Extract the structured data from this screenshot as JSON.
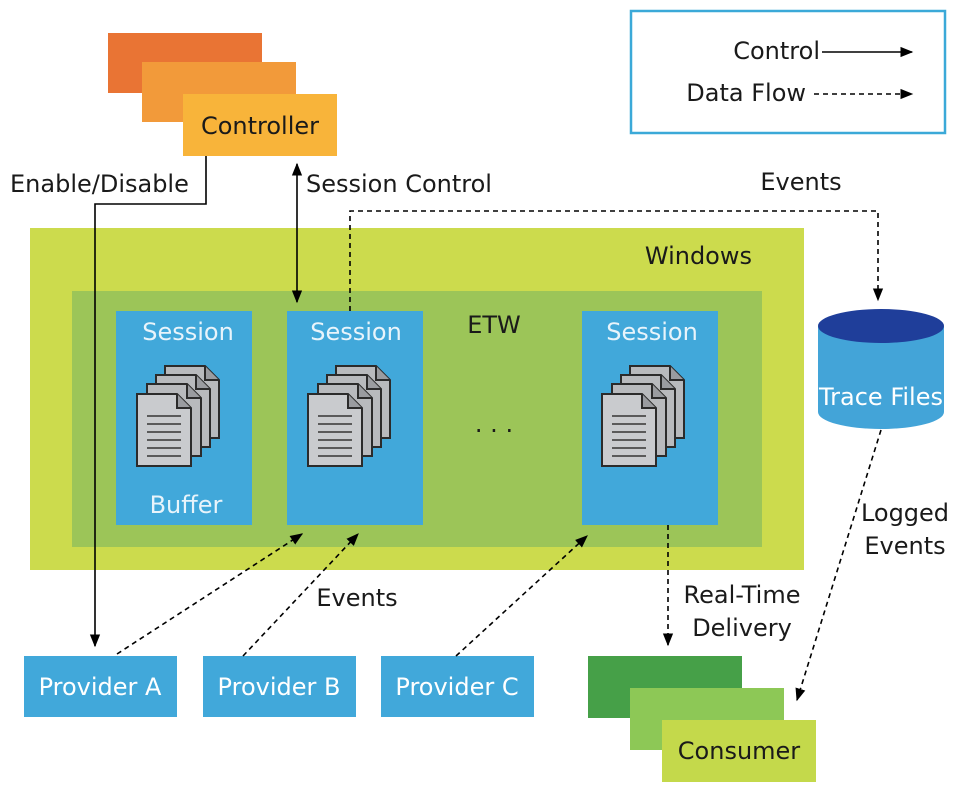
{
  "legend": {
    "control_label": "Control",
    "dataflow_label": "Data Flow"
  },
  "controller": {
    "label": "Controller"
  },
  "windows": {
    "label": "Windows"
  },
  "etw": {
    "label": "ETW",
    "ellipsis": ". . ."
  },
  "sessions": [
    {
      "label": "Session",
      "sublabel": "Buffer"
    },
    {
      "label": "Session"
    },
    {
      "label": "Session"
    }
  ],
  "trace_files": {
    "label": "Trace Files"
  },
  "providers": [
    {
      "label": "Provider A"
    },
    {
      "label": "Provider B"
    },
    {
      "label": "Provider C"
    }
  ],
  "consumer": {
    "label": "Consumer"
  },
  "edges": {
    "enable_disable": "Enable/Disable",
    "session_control": "Session Control",
    "events_top": "Events",
    "events_bottom": "Events",
    "realtime_line1": "Real-Time",
    "realtime_line2": "Delivery",
    "logged_line1": "Logged",
    "logged_line2": "Events"
  },
  "colors": {
    "controller_dark": "#e97434",
    "controller_mid": "#f29a3a",
    "controller_front": "#f8b43a",
    "windows_bg": "#ccdb4d",
    "etw_bg": "#9cc558",
    "session_bg": "#41a8da",
    "provider_bg": "#41a8da",
    "consumer_dark": "#46a048",
    "consumer_mid": "#8dc856",
    "consumer_front": "#c4d94b",
    "legend_border": "#3ba9d8"
  }
}
